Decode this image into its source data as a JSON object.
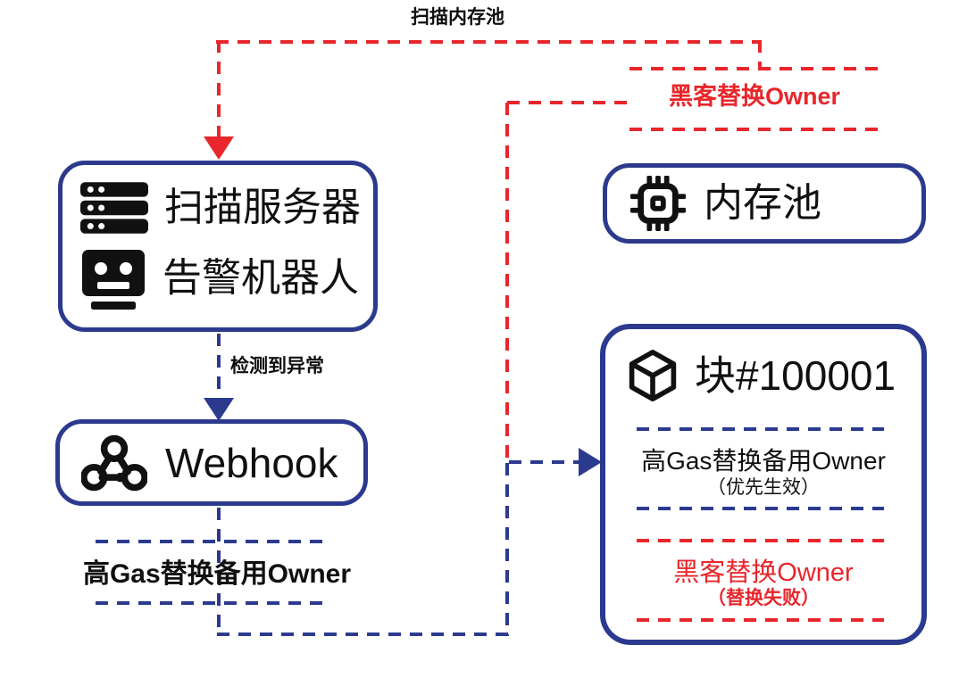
{
  "colors": {
    "accent_blue": "#2C3A8E",
    "accent_red": "#E8262B",
    "text_dark": "#101010"
  },
  "edges": {
    "scan_mempool_label": "扫描内存池",
    "hacker_replace_owner_label": "黑客替换Owner",
    "anomaly_detected_label": "检测到异常",
    "high_gas_replace_label": "高Gas替换备用Owner"
  },
  "nodes": {
    "scanner": {
      "icon_top": "server-icon",
      "icon_bottom": "robot-icon",
      "line1": "扫描服务器",
      "line2": "告警机器人"
    },
    "mempool": {
      "icon": "cpu-icon",
      "label": "内存池"
    },
    "webhook": {
      "icon": "webhook-icon",
      "label": "Webhook"
    },
    "block": {
      "icon": "cube-icon",
      "title": "块#100001",
      "tx1": {
        "label": "高Gas替换备用Owner",
        "note": "（优先生效）"
      },
      "tx2": {
        "label": "黑客替换Owner",
        "note": "（替换失败）"
      }
    }
  }
}
